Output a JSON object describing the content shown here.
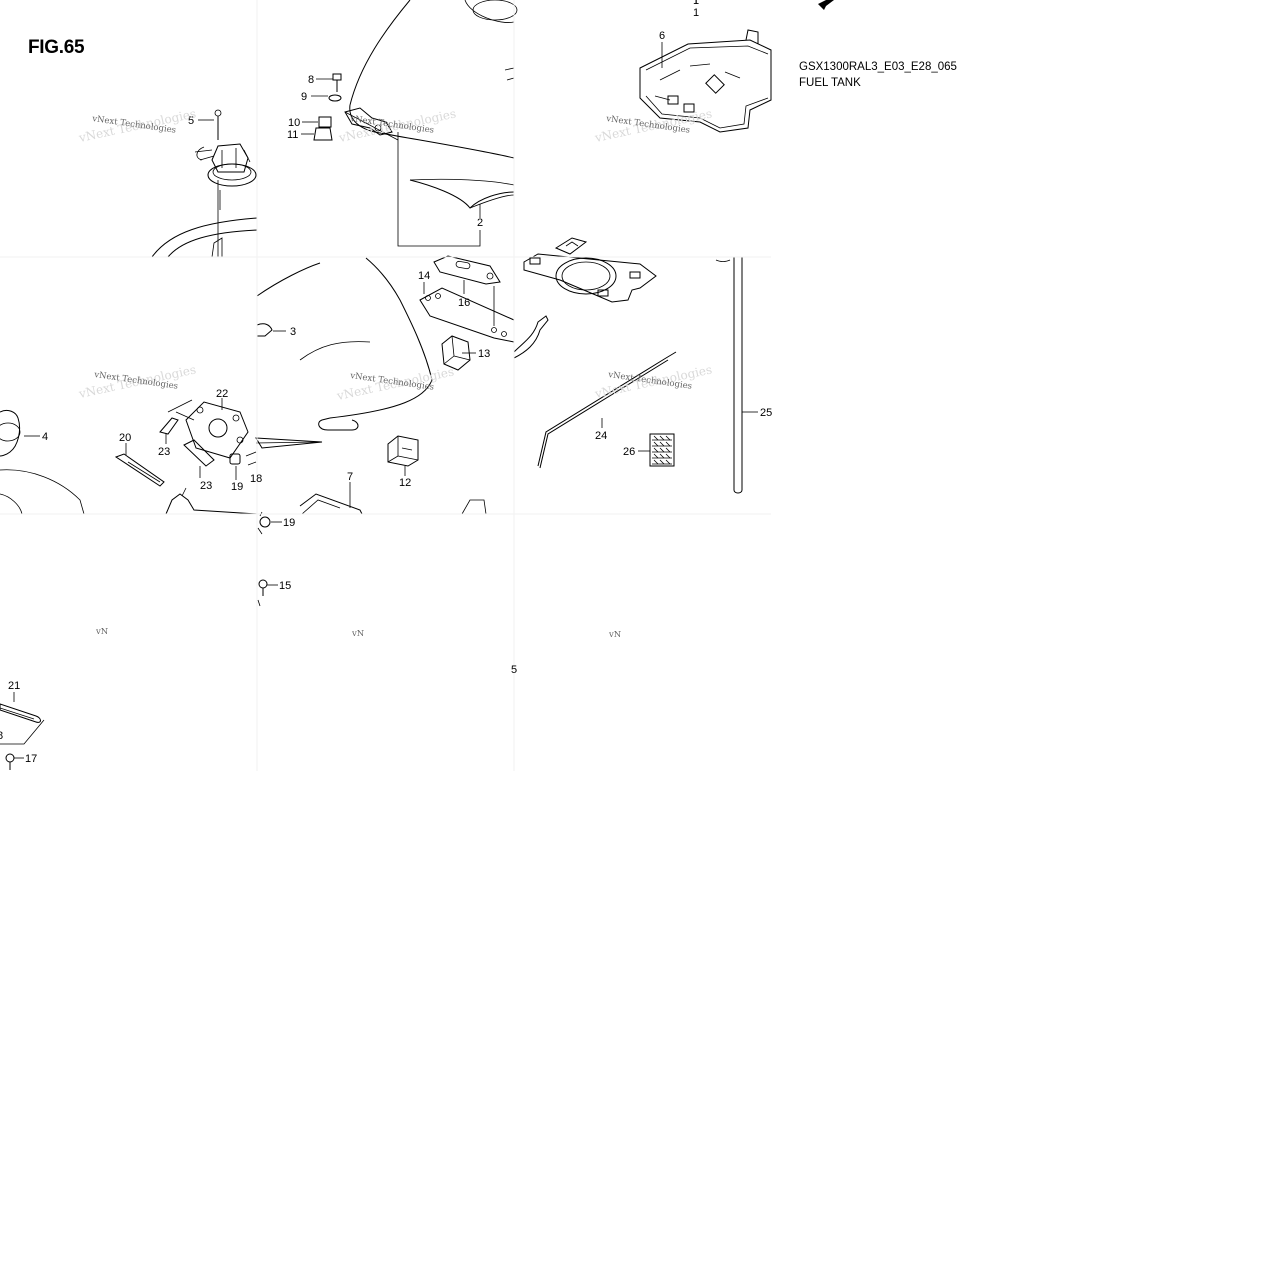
{
  "figure": {
    "title": "FIG.65",
    "code": "GSX1300RAL3_E03_E28_065",
    "name": "FUEL TANK"
  },
  "watermark": "vNext Technologies",
  "watermark_cut": "vN",
  "callouts": [
    {
      "id": "c1a",
      "text": "1"
    },
    {
      "id": "c1",
      "text": "1"
    },
    {
      "id": "c2",
      "text": "2"
    },
    {
      "id": "c3",
      "text": "3"
    },
    {
      "id": "c4",
      "text": "4"
    },
    {
      "id": "c5",
      "text": "5"
    },
    {
      "id": "c6",
      "text": "6"
    },
    {
      "id": "c7",
      "text": "7"
    },
    {
      "id": "c8",
      "text": "8"
    },
    {
      "id": "c9",
      "text": "9"
    },
    {
      "id": "c10",
      "text": "10"
    },
    {
      "id": "c11",
      "text": "11"
    },
    {
      "id": "c12",
      "text": "12"
    },
    {
      "id": "c13",
      "text": "13"
    },
    {
      "id": "c14",
      "text": "14"
    },
    {
      "id": "c15",
      "text": "15"
    },
    {
      "id": "c16",
      "text": "16"
    },
    {
      "id": "c17",
      "text": "17"
    },
    {
      "id": "c18a",
      "text": "18"
    },
    {
      "id": "c18b",
      "text": "8"
    },
    {
      "id": "c19a",
      "text": "19"
    },
    {
      "id": "c19b",
      "text": "19"
    },
    {
      "id": "c20",
      "text": "20"
    },
    {
      "id": "c21",
      "text": "21"
    },
    {
      "id": "c22",
      "text": "22"
    },
    {
      "id": "c23a",
      "text": "23"
    },
    {
      "id": "c23b",
      "text": "23"
    },
    {
      "id": "c24",
      "text": "24"
    },
    {
      "id": "c25",
      "text": "25"
    },
    {
      "id": "c26",
      "text": "26"
    },
    {
      "id": "c5b",
      "text": "5"
    }
  ]
}
